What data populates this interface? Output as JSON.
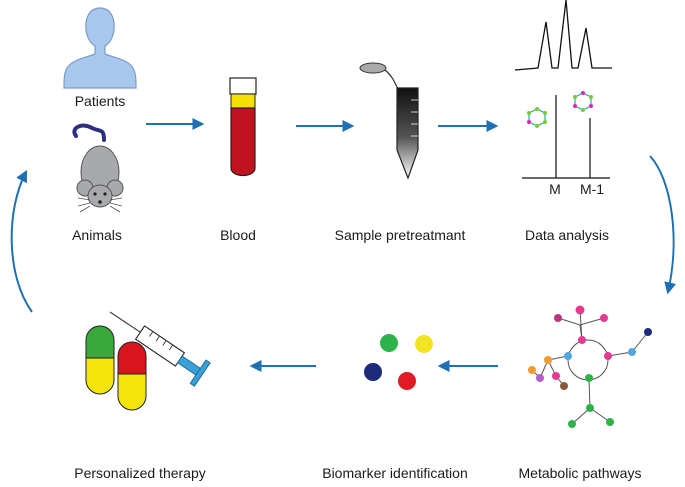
{
  "labels": {
    "patients": "Patients",
    "animals": "Animals",
    "blood": "Blood",
    "sample_pretreatment": "Sample pretreatmant",
    "data_analysis": "Data analysis",
    "metabolic_pathways": "Metabolic pathways",
    "biomarker_identification": "Biomarker identification",
    "personalized_therapy": "Personalized therapy",
    "spectrum_m": "M",
    "spectrum_m1": "M-1"
  },
  "colors": {
    "arrow": "#1f6fb5",
    "blood_red": "#c1121f",
    "plasma_yellow": "#f4e100",
    "biomarker_green": "#2db34a",
    "biomarker_yellow": "#f2e422",
    "biomarker_navy": "#1b2a7a",
    "biomarker_red": "#e01b24",
    "pill_green": "#3aa83a",
    "pill_red": "#d8151d",
    "pill_yellow": "#f5e50a",
    "syringe_blue": "#3aa0d6",
    "patient_blue": "#a9c6ec",
    "mouse_gray": "#a7a9ac",
    "tail_navy": "#2b2f82"
  }
}
